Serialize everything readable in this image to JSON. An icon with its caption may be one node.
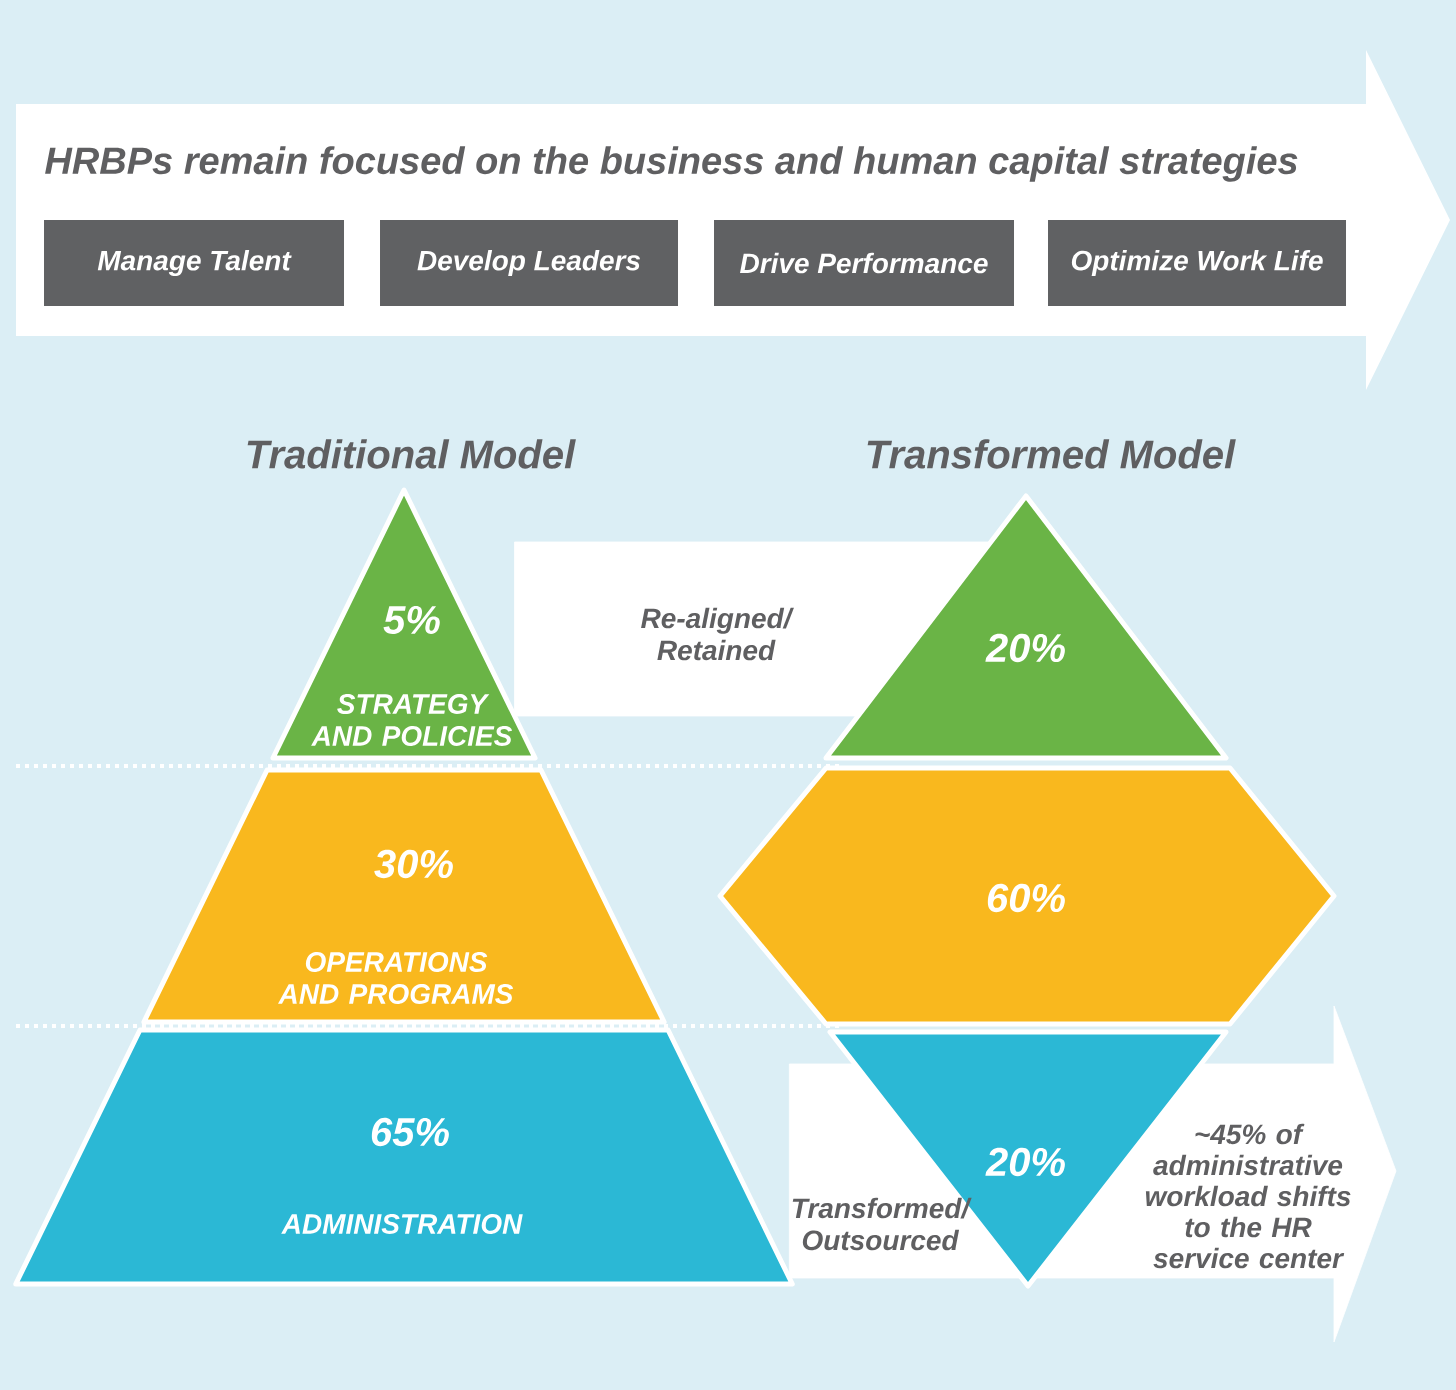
{
  "diagram": {
    "nodes": [
      {
        "text": [
          "HRBPs remain focused on the business and human capital strategies"
        ]
      },
      {
        "text": [
          "Manage Talent"
        ],
        "in": 0
      },
      {
        "text": [
          "Develop Leaders"
        ],
        "in": 0
      },
      {
        "text": [
          "Drive Performance"
        ],
        "in": 0
      },
      {
        "text": [
          "Optimize Work Life"
        ],
        "in": 0
      },
      {
        "text": [
          "5%",
          "STRATEGY AND POLICIES"
        ]
      },
      {
        "text": [
          "30%",
          "OPERATIONS AND PROGRAMS"
        ]
      },
      {
        "text": [
          "65%",
          "ADMINISTRATION"
        ]
      },
      {
        "text": [
          "20%"
        ]
      },
      {
        "text": [
          "60%"
        ]
      },
      {
        "text": [
          "20%"
        ]
      }
    ],
    "edges": [
      {
        "from": 5,
        "to": 8,
        "arrow": "none",
        "label": "Re-aligned/ Retained"
      },
      {
        "from": 7,
        "to": null,
        "arrow": "to",
        "label": "Transformed/ Outsourced"
      }
    ],
    "labels": [
      "Traditional Model",
      "Transformed Model",
      "~45% of administrative workload shifts to the HR service center"
    ]
  }
}
